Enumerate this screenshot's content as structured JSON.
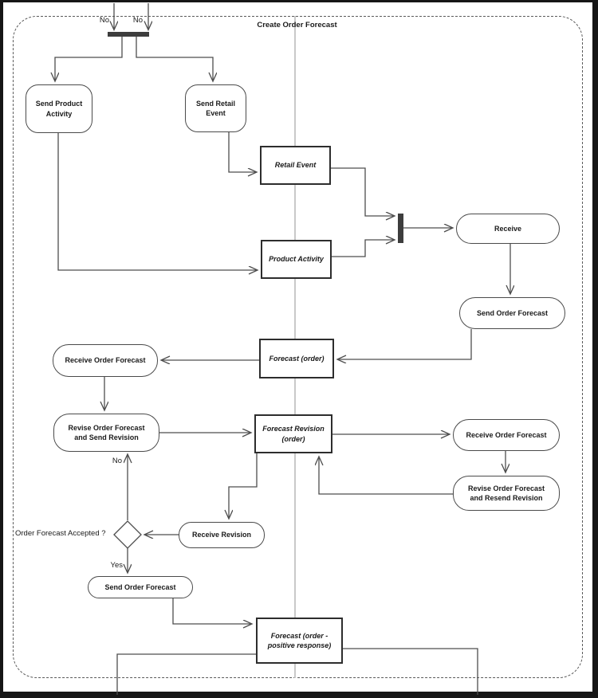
{
  "title": "Create Order Forecast",
  "activities": {
    "send_product_activity": "Send Product\nActivity",
    "send_retail_event": "Send Retail\nEvent",
    "receive": "Receive",
    "send_order_forecast_right": "Send Order Forecast",
    "receive_order_forecast_left": "Receive Order Forecast",
    "revise_order_forecast_send": "Revise Order Forecast\nand Send Revision",
    "receive_order_forecast_right": "Receive Order Forecast",
    "revise_order_forecast_resend": "Revise Order Forecast\nand Resend Revision",
    "receive_revision": "Receive Revision",
    "send_order_forecast_bottom": "Send Order Forecast"
  },
  "objects": {
    "retail_event": "Retail Event",
    "product_activity": "Product Activity",
    "forecast_order": "Forecast (order)",
    "forecast_revision": "Forecast Revision\n(order)",
    "forecast_positive": "Forecast (order -\npositive response)"
  },
  "guards": {
    "no_entry_left": "No",
    "no_entry_right": "No",
    "decision_question": "Order Forecast Accepted ?",
    "decision_no": "No",
    "decision_yes": "Yes"
  },
  "colors": {
    "line": "#4d4d4d",
    "bar": "#3d3d3d",
    "divider": "#c9c9c9",
    "frame": "#161616",
    "text": "#1a1a1a"
  }
}
